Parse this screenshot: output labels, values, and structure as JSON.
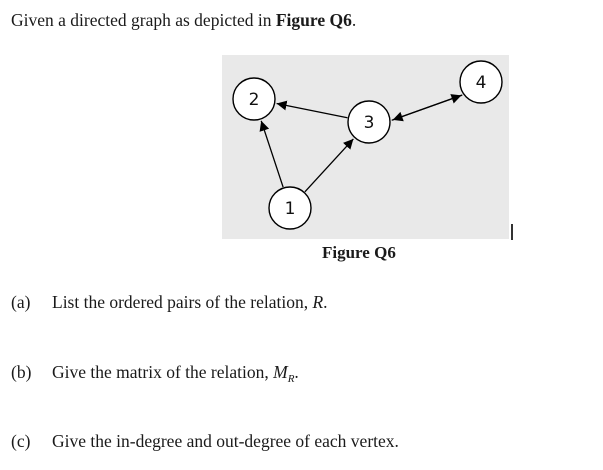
{
  "intro": {
    "prefix": "Given a directed graph as depicted in ",
    "figure_ref": "Figure Q6",
    "suffix": "."
  },
  "figure": {
    "caption": "Figure Q6",
    "nodes": [
      "1",
      "2",
      "3",
      "4"
    ],
    "edges": [
      {
        "from": "1",
        "to": "2"
      },
      {
        "from": "1",
        "to": "3"
      },
      {
        "from": "3",
        "to": "2"
      },
      {
        "from": "3",
        "to": "4"
      },
      {
        "from": "4",
        "to": "3"
      }
    ]
  },
  "questions": {
    "a": {
      "label": "(a)",
      "text": "List the ordered pairs of the relation, ",
      "var": "R",
      "end": "."
    },
    "b": {
      "label": "(b)",
      "text": "Give the matrix of the relation, ",
      "var": "M",
      "sub": "R",
      "end": "."
    },
    "c": {
      "label": "(c)",
      "text": "Give the in-degree and out-degree of each vertex."
    }
  }
}
